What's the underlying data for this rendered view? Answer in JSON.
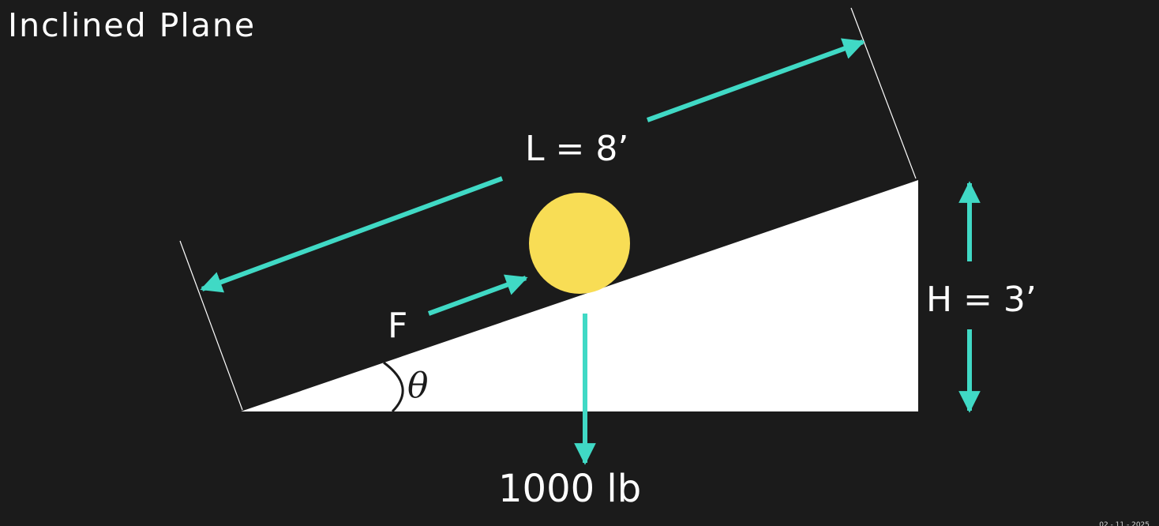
{
  "slide": {
    "title": "Inclined Plane",
    "footer_date": "02 - 11 - 2025"
  },
  "diagram": {
    "length_label": "L = 8’",
    "height_label": "H = 3’",
    "force_label": "F",
    "angle_label": "θ",
    "weight_label": "1000 lb"
  },
  "colors": {
    "background": "#1b1b1b",
    "arrow": "#40d9c5",
    "ball": "#f8dd55",
    "ramp": "#ffffff",
    "text": "#ffffff"
  }
}
